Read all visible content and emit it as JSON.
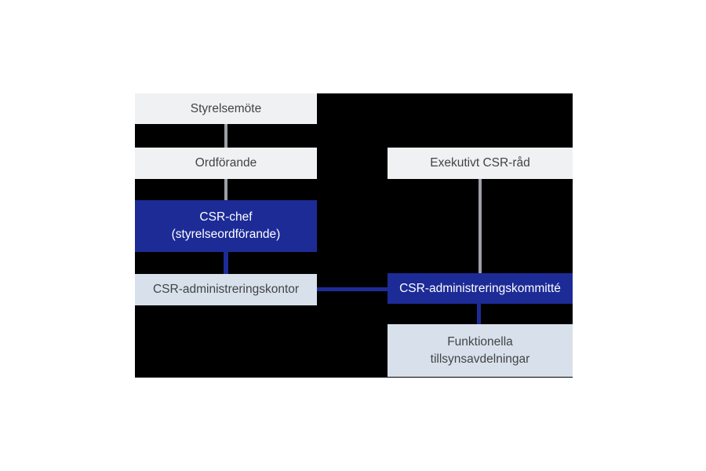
{
  "diagram": {
    "type": "org-chart",
    "background": "#000000",
    "page_background": "#ffffff",
    "colors": {
      "light_gray_box": "#f0f1f3",
      "light_blue_box": "#d8e1eb",
      "dark_blue_box": "#1c2b96",
      "gray_connector": "#9da0a6",
      "blue_connector": "#1c2b96",
      "dark_text": "#414447",
      "light_text": "#ffffff"
    },
    "nodes": {
      "styrelsemote": {
        "label": "Styrelsemöte"
      },
      "ordforande": {
        "label": "Ordförande"
      },
      "csr_chef": {
        "lines": [
          "CSR-chef",
          "(styrelseordförande)"
        ]
      },
      "csr_admin_kontor": {
        "label": "CSR-administreringskontor"
      },
      "exekutivt_csr_rad": {
        "label": "Exekutivt CSR-råd"
      },
      "csr_admin_kommitte": {
        "label": "CSR-administreringskommitté"
      },
      "funktionella": {
        "lines": [
          "Funktionella",
          "tillsynsavdelningar"
        ]
      }
    },
    "connections": [
      {
        "from": "styrelsemote",
        "to": "ordforande",
        "style": "gray"
      },
      {
        "from": "ordforande",
        "to": "csr_chef",
        "style": "gray"
      },
      {
        "from": "csr_chef",
        "to": "csr_admin_kontor",
        "style": "blue"
      },
      {
        "from": "exekutivt_csr_rad",
        "to": "csr_admin_kommitte",
        "style": "gray"
      },
      {
        "from": "csr_admin_kontor",
        "to": "csr_admin_kommitte",
        "style": "blue"
      },
      {
        "from": "csr_admin_kommitte",
        "to": "funktionella",
        "style": "blue"
      }
    ]
  }
}
